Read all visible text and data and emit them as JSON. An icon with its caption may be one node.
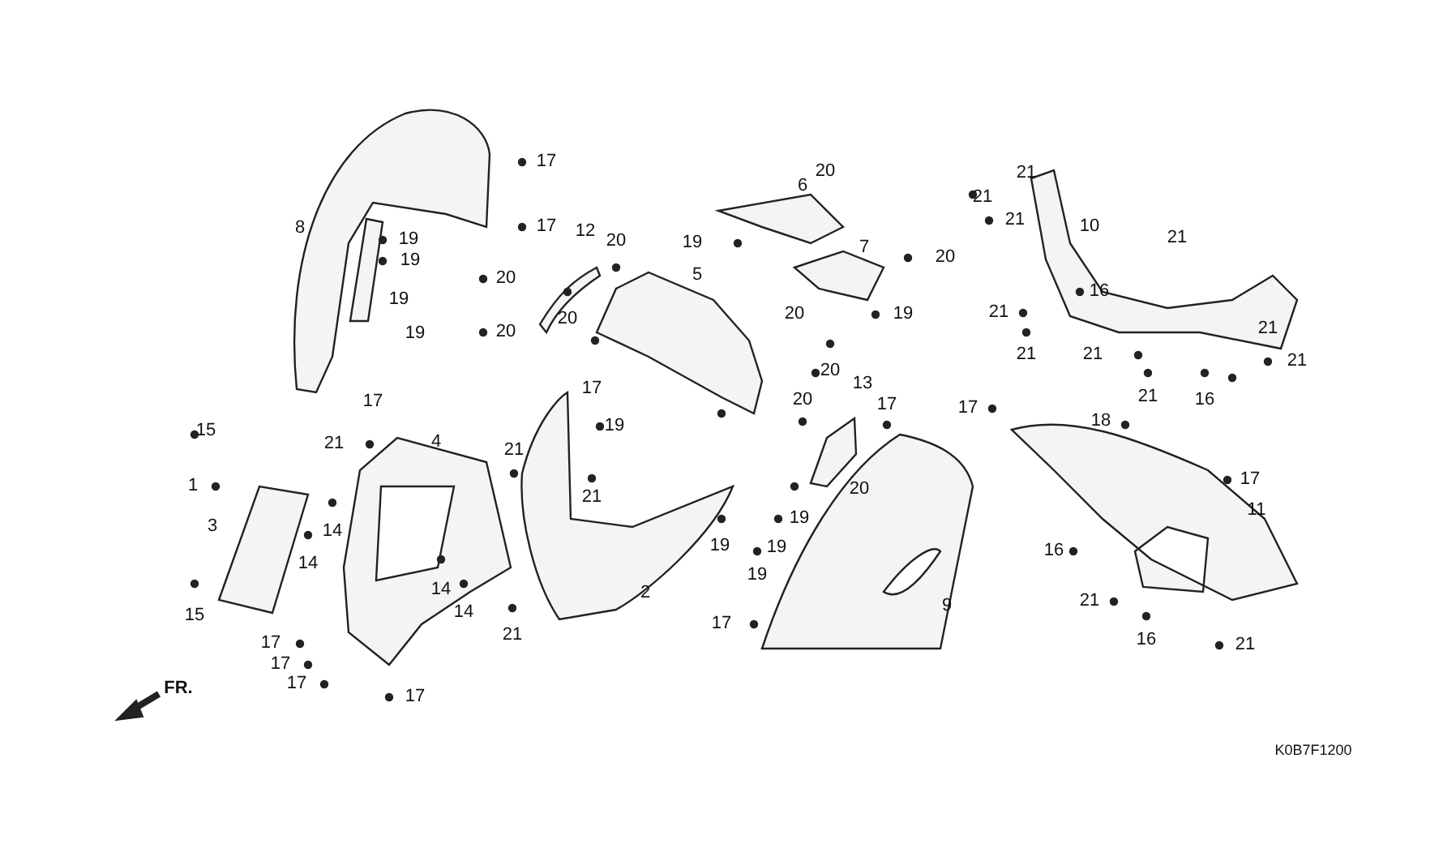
{
  "diagram": {
    "labels": [
      "17",
      "8",
      "17",
      "19",
      "19",
      "6",
      "20",
      "21",
      "21",
      "21",
      "10",
      "12",
      "20",
      "19",
      "5",
      "20",
      "7",
      "19",
      "20",
      "21",
      "16",
      "19",
      "20",
      "20",
      "19",
      "20",
      "21",
      "21",
      "21",
      "21",
      "21",
      "17",
      "17",
      "16",
      "21",
      "20",
      "13",
      "20",
      "17",
      "17",
      "17",
      "18",
      "15",
      "21",
      "4",
      "21",
      "19",
      "1",
      "21",
      "3",
      "14",
      "11",
      "20",
      "19",
      "19",
      "19",
      "16",
      "14",
      "14",
      "2",
      "19",
      "14",
      "15",
      "9",
      "21",
      "17",
      "16",
      "17",
      "17",
      "21",
      "21",
      "17",
      "17",
      "FR.",
      "K0B7F1200"
    ]
  }
}
